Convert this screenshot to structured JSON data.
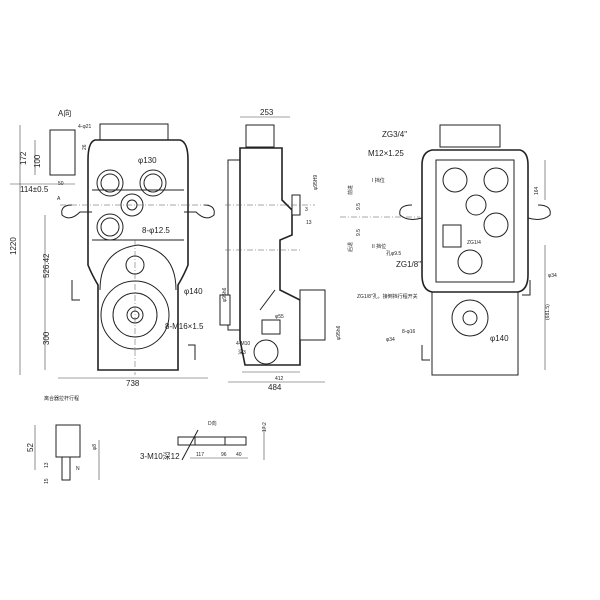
{
  "front_view": {
    "view_label": "A向",
    "holes_top": "4-φ21",
    "dim_172": "172",
    "dim_100": "100",
    "dim_26": "26",
    "dim_50": "50",
    "dim_114": "114±0.5",
    "arrow_a": "A",
    "phi130": "φ130",
    "bolt_holes": "8-φ12.5",
    "dim_1220": "1220",
    "dim_526": "526.42",
    "dim_300": "300",
    "phi140": "φ140",
    "thread": "8-M16×1.5",
    "width_738": "738"
  },
  "side_view": {
    "width_253": "253",
    "phi95h9": "φ95H9",
    "dim_3": "3",
    "dim_13": "13",
    "phi95h6_left": "φ95h6",
    "phi55": "φ55",
    "thread": "4-M10",
    "depth": "深3",
    "dim_412": "412",
    "dim_484": "484",
    "phi95h6_right": "φ95h6"
  },
  "rear_view": {
    "zg34": "ZG3/4\"",
    "m12": "M12×1.25",
    "dim_164": "164",
    "phi34_right": "φ34",
    "dim_681": "(681.5)",
    "zg14": "ZG1/4",
    "hole95": "孔φ9.5",
    "zg18": "ZG1/8\"",
    "zg18_switch": "ZG1/8\"孔，接倒挡行程开关",
    "bolt16": "8-φ16",
    "phi140": "φ140",
    "phi34_left": "φ34",
    "dim_95a": "9.5",
    "dim_95b": "9.5",
    "gear1": "I 挡位",
    "gear2": "II 挡位",
    "forward": "前进",
    "reverse": "后退"
  },
  "detail_left": {
    "title": "离合器拉杆行程",
    "dim_52": "52",
    "dim_13": "13",
    "dim_15": "15",
    "phi8": "φ8",
    "n": "N"
  },
  "detail_right": {
    "view_label": "D向",
    "thread": "3-M10深12",
    "dim_117": "117",
    "dim_96": "96",
    "dim_40": "40",
    "dim_172": "17.2"
  }
}
